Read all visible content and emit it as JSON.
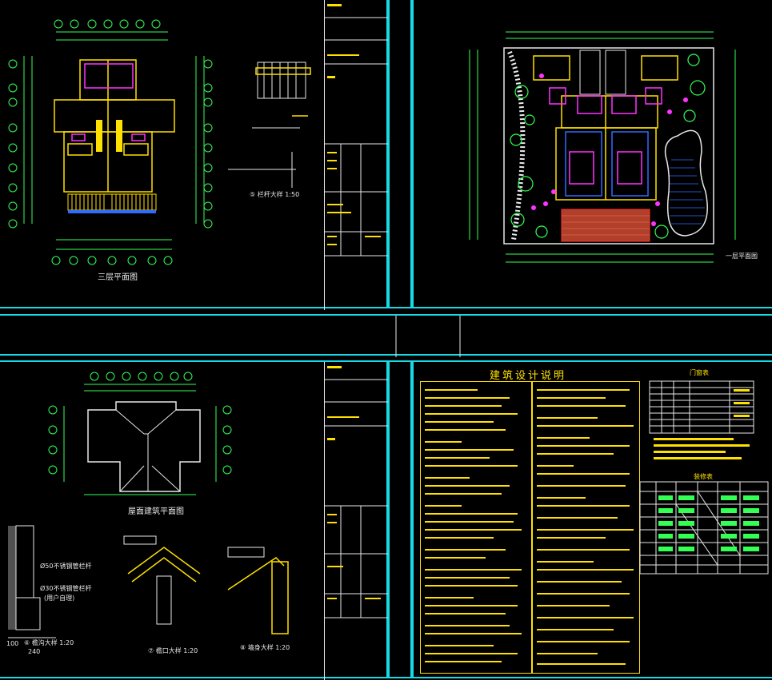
{
  "colors": {
    "frame": "#19d9e6",
    "wall": "#ffe000",
    "grid": "#33ff55",
    "text": "#e8e8e8",
    "accent": "#ff33ff",
    "water": "#2f6bff",
    "red": "#ff3030"
  },
  "sheets": {
    "top_left": {
      "title": "三层平面图",
      "detail_title": "⑤ 栏杆大样 1:50"
    },
    "top_right": {
      "side_label": "一层平面图"
    },
    "bottom_left": {
      "title": "屋面建筑平面图",
      "detail_a": "⑥ 檐沟大样 1:20",
      "detail_b": "⑦ 檐口大样 1:20",
      "detail_c": "⑧ 墙身大样 1:20",
      "note_1": "Ø50不锈钢管栏杆",
      "note_2": "Ø30不锈钢管栏杆",
      "note_3": "(用户自理)",
      "dim_a": "100",
      "dim_b": "240"
    },
    "bottom_right": {
      "title": "建筑设计说明",
      "table_title": "门窗表",
      "table2_title": "装修表"
    }
  }
}
